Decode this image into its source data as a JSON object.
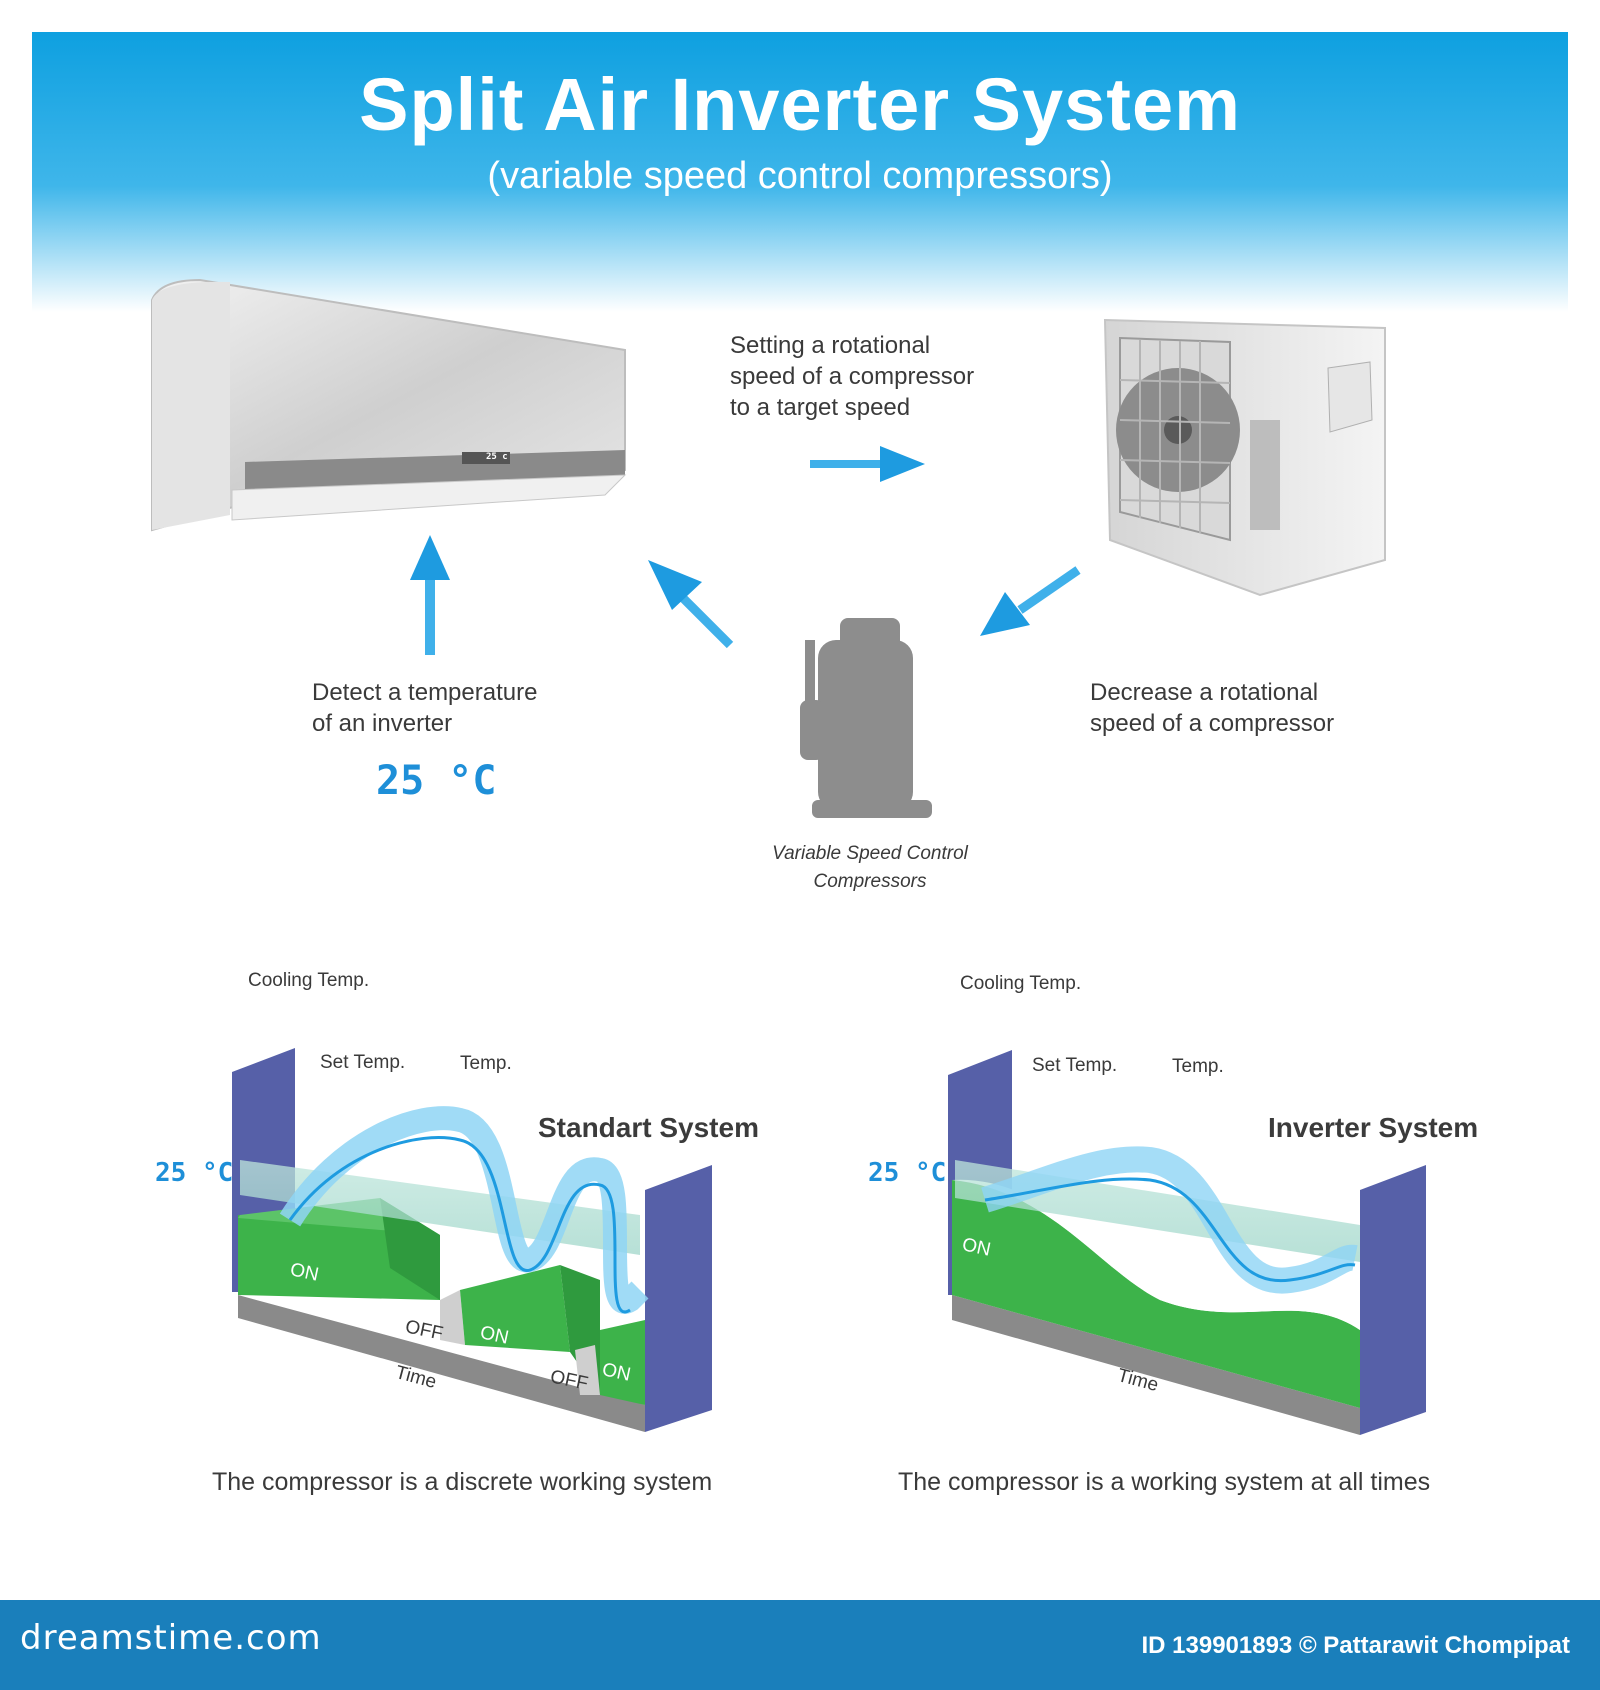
{
  "header": {
    "title": "Split Air Inverter System",
    "subtitle": "(variable speed control compressors)"
  },
  "diagram": {
    "step_setting": "Setting a rotational speed of a compressor to a target speed",
    "step_setting_lines": [
      "Setting a rotational",
      "speed of a compressor",
      "to a target speed"
    ],
    "step_detect_lines": [
      "Detect a temperature",
      "of an inverter"
    ],
    "step_detect": "Detect a temperature of an inverter",
    "step_decrease_lines": [
      "Decrease a rotational",
      "speed of a compressor"
    ],
    "step_decrease": "Decrease a rotational speed of a compressor",
    "temperature_display": "25 °C",
    "indoor_display": "25 c",
    "compressor_caption_lines": [
      "Variable Speed Control",
      "Compressors"
    ]
  },
  "charts": {
    "standard": {
      "system_title": "Standart System",
      "cooling_temp": "Cooling Temp.",
      "set_temp": "Set Temp.",
      "temp": "Temp.",
      "temp_value": "25 °C",
      "time": "Time",
      "states": [
        "ON",
        "OFF",
        "ON",
        "OFF",
        "ON"
      ],
      "caption": "The compressor is a discrete working system"
    },
    "inverter": {
      "system_title": "Inverter System",
      "cooling_temp": "Cooling Temp.",
      "set_temp": "Set Temp.",
      "temp": "Temp.",
      "temp_value": "25 °C",
      "time": "Time",
      "states": [
        "ON"
      ],
      "caption": "The compressor is a working system at all times"
    }
  },
  "footer": {
    "brand": "dreamstime.com",
    "credit": "ID 139901893 © Pattarawit Chompipat"
  },
  "colors": {
    "sky_blue": "#1aa3e3",
    "arrow_blue": "#1e9be0",
    "pillar": "#5660a8",
    "green": "#3db34a",
    "footer": "#1a7fbb"
  }
}
